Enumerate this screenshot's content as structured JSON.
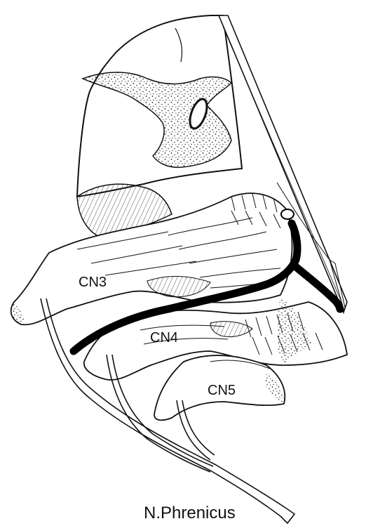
{
  "labels": {
    "cn3": "CN3",
    "cn4": "CN4",
    "cn5": "CN5",
    "phrenic": "N.Phrenicus"
  },
  "colors": {
    "ink": "#111111",
    "paper": "#ffffff",
    "stipple": "#222222"
  }
}
